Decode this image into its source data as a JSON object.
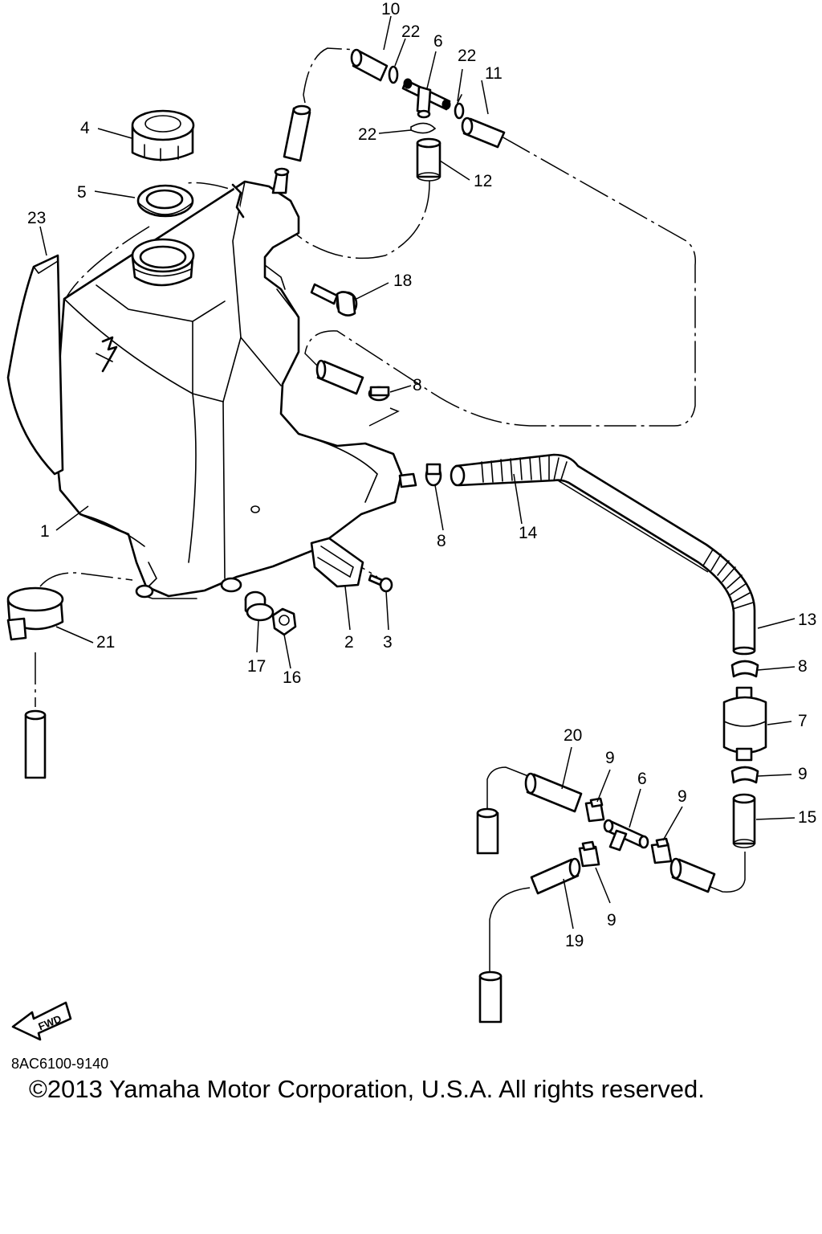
{
  "diagram": {
    "doc_code": "8AC6100-9140",
    "copyright": "©2013 Yamaha Motor Corporation, U.S.A. All rights reserved.",
    "fwd_label": "FWD",
    "callouts": {
      "c1": "1",
      "c2": "2",
      "c3": "3",
      "c4": "4",
      "c5": "5",
      "c6a": "6",
      "c6b": "6",
      "c7": "7",
      "c8a": "8",
      "c8b": "8",
      "c8c": "8",
      "c9a": "9",
      "c9b": "9",
      "c9c": "9",
      "c9d": "9",
      "c10": "10",
      "c11": "11",
      "c12": "12",
      "c13": "13",
      "c14": "14",
      "c15": "15",
      "c16": "16",
      "c17": "17",
      "c18": "18",
      "c19": "19",
      "c20": "20",
      "c21": "21",
      "c22a": "22",
      "c22b": "22",
      "c22c": "22",
      "c23": "23"
    }
  }
}
